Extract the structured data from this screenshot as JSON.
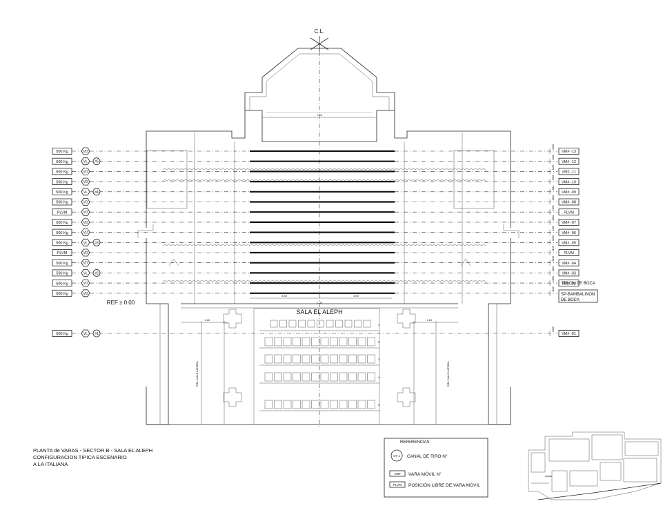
{
  "labels": {
    "cl": "C.L.",
    "ref": "REF ± 0.00",
    "sala": "SALA EL ALEPH",
    "telon": "TELON DE BOCA",
    "bambalinon": [
      "SP-BAMBALINON",
      "DE BOCA"
    ],
    "calle_left": "RIEL CALLE LATERAL",
    "calle_right": "RIEL CALLE LATERAL",
    "dim_top": "7.63",
    "dim_bottom": "7.00",
    "dim_left_half": "3.50",
    "dim_right_half": "3.50",
    "dim_side_left": "1.18",
    "dim_side_right": "1.18"
  },
  "title_lines": [
    "PLANTA de VARAS - SECTOR B - SALA EL ALEPH",
    "CONFIGURACION TIPICA ESCENARIO",
    "A LA ITALIANA"
  ],
  "legend": {
    "title": "REFERENCIAS",
    "items": [
      {
        "symbol": "CT 1",
        "text": "CANAL DE TIRO N°"
      },
      {
        "symbol": "VM#",
        "text": "VARA MÓVIL N°"
      },
      {
        "symbol": "PLVM",
        "text": "POSICIÓN LIBRE DE VARA MÓVIL"
      }
    ]
  },
  "rows": [
    {
      "left": "500 Kg",
      "type": "VD",
      "ct": "",
      "right": "VM# -13",
      "dim": "1900"
    },
    {
      "left": "500 Kg",
      "type": "VL",
      "ct": "5",
      "right": "VM# -12",
      "dim": "1100"
    },
    {
      "left": "500 Kg",
      "type": "VD",
      "ct": "",
      "right": "VM# -11",
      "dim": "1100"
    },
    {
      "left": "500 Kg",
      "type": "VD",
      "ct": "",
      "right": "VM# -10",
      "dim": "3900"
    },
    {
      "left": "500 Kg",
      "type": "VL",
      "ct": "4",
      "right": "VM# -09",
      "dim": "1111"
    },
    {
      "left": "500 Kg",
      "type": "VD",
      "ct": "",
      "right": "VM# -08",
      "dim": "1100"
    },
    {
      "left": "PLVM",
      "type": "VD",
      "ct": "",
      "right": "PLVM",
      "dim": "1100"
    },
    {
      "left": "500 Kg",
      "type": "VD",
      "ct": "",
      "right": "VM# -07",
      "dim": "4600"
    },
    {
      "left": "500 Kg",
      "type": "VD",
      "ct": "",
      "right": "VM# -06",
      "dim": "1100"
    },
    {
      "left": "500 Kg",
      "type": "VL",
      "ct": "3",
      "right": "VM# -05",
      "dim": "3600"
    },
    {
      "left": "PLVM",
      "type": "VD",
      "ct": "",
      "right": "PLVM",
      "dim": "1100"
    },
    {
      "left": "500 Kg",
      "type": "VD",
      "ct": "",
      "right": "VM# -04",
      "dim": "3600"
    },
    {
      "left": "500 Kg",
      "type": "VL",
      "ct": "2",
      "right": "VM# -03",
      "dim": "1100"
    },
    {
      "left": "500 Kg",
      "type": "VD",
      "ct": "",
      "right": "VM# -02",
      "dim": "1800"
    },
    {
      "left": "500 Kg",
      "type": "VD",
      "ct": "",
      "right": "",
      "dim": "1100"
    }
  ],
  "front_row": {
    "left": "500 Kg",
    "type": "VL",
    "ct": "1",
    "right": "VM# -01",
    "dim": "4600"
  },
  "seat_rows": [
    "1",
    "2",
    "3",
    "4",
    "5"
  ]
}
